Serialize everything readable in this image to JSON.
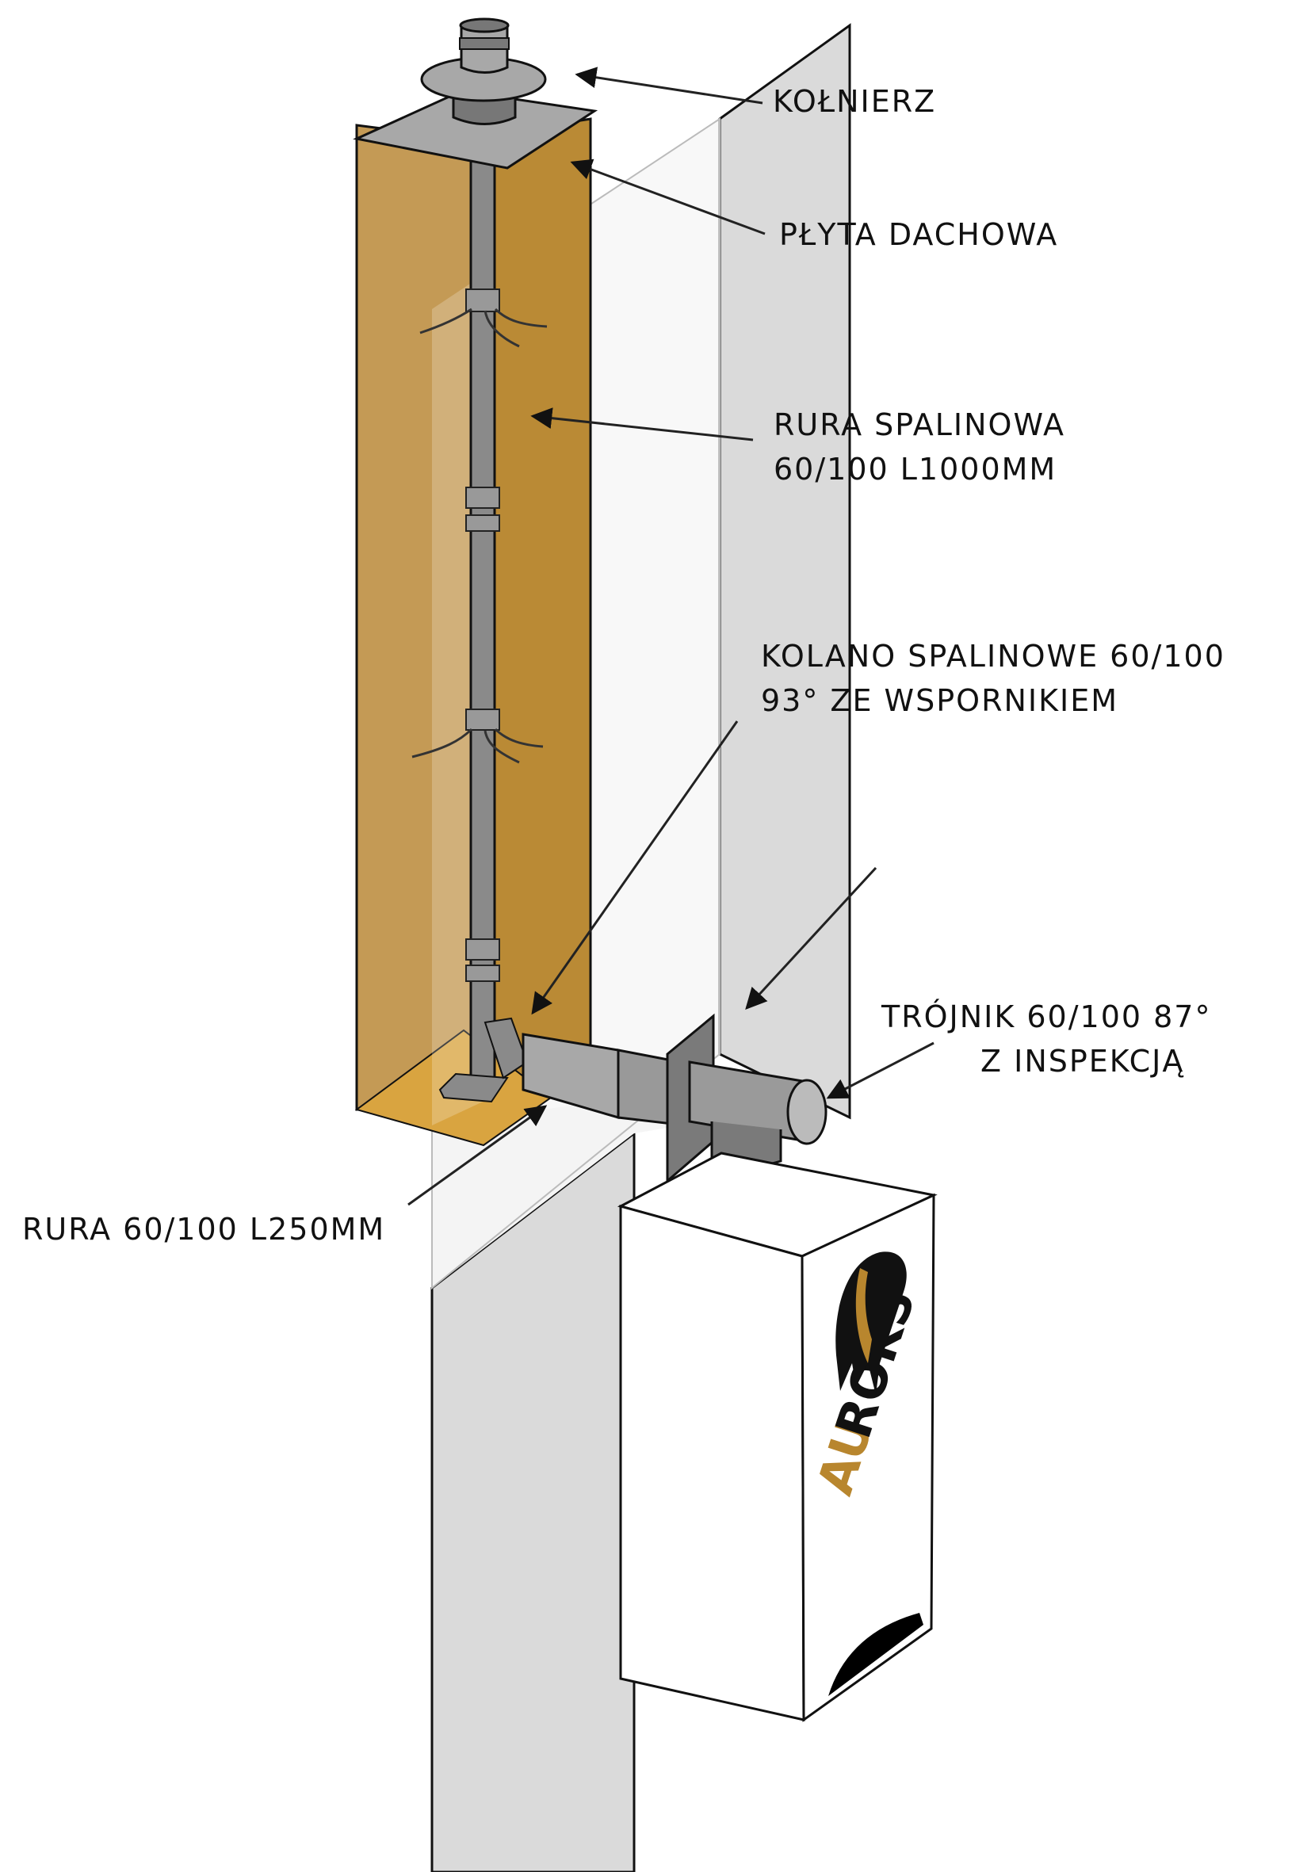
{
  "labels": {
    "kolnierz": {
      "line1": "KOŁNIERZ"
    },
    "plyta": {
      "line1": "PŁYTA DACHOWA"
    },
    "rura_spalinowa": {
      "line1": "RURA SPALINOWA",
      "line2": "60/100 L1000MM"
    },
    "kolano": {
      "line1": "KOLANO SPALINOWE 60/100",
      "line2": "93° ZE WSPORNIKIEM"
    },
    "trojnik": {
      "line1": "TRÓJNIK 60/100 87°",
      "line2": "Z INSPEKCJĄ"
    },
    "rura_250": {
      "line1": "RURA 60/100 L250MM"
    }
  },
  "logo": {
    "text_accent": "AU",
    "text_main": "ROKS",
    "accent_color": "#b8862e",
    "main_color": "#111111"
  },
  "colors": {
    "casing_front": "#c49a55",
    "casing_side": "#ba8a35",
    "casing_floor": "#d9a440",
    "pipe": "#8a8a8a",
    "pipe_light": "#b0b0b0",
    "plate": "#a8a8a8",
    "wall": "#dadada",
    "wall_front": "#f5f5f5",
    "boiler": "#ffffff"
  }
}
